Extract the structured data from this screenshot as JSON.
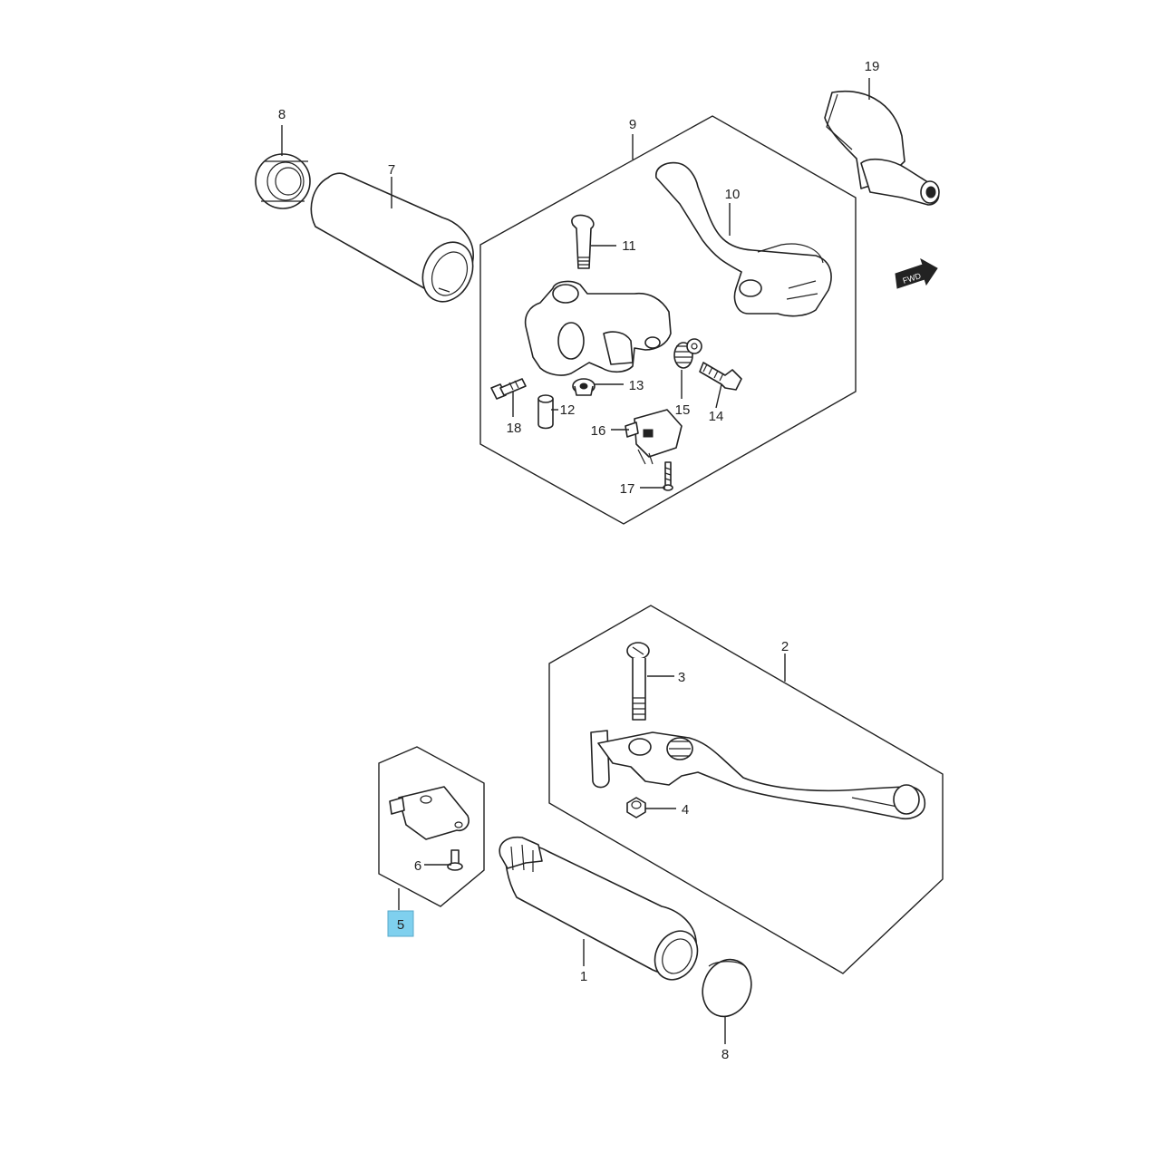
{
  "diagram": {
    "highlight_color": "#7fd0ee",
    "line_color": "#222222",
    "fwd_label": "FWD",
    "callouts": {
      "c1": "1",
      "c2": "2",
      "c3": "3",
      "c4": "4",
      "c5": "5",
      "c6": "6",
      "c7": "7",
      "c8a": "8",
      "c8b": "8",
      "c9": "9",
      "c10": "10",
      "c11": "11",
      "c12": "12",
      "c13": "13",
      "c14": "14",
      "c15": "15",
      "c16": "16",
      "c17": "17",
      "c18": "18",
      "c19": "19"
    }
  }
}
